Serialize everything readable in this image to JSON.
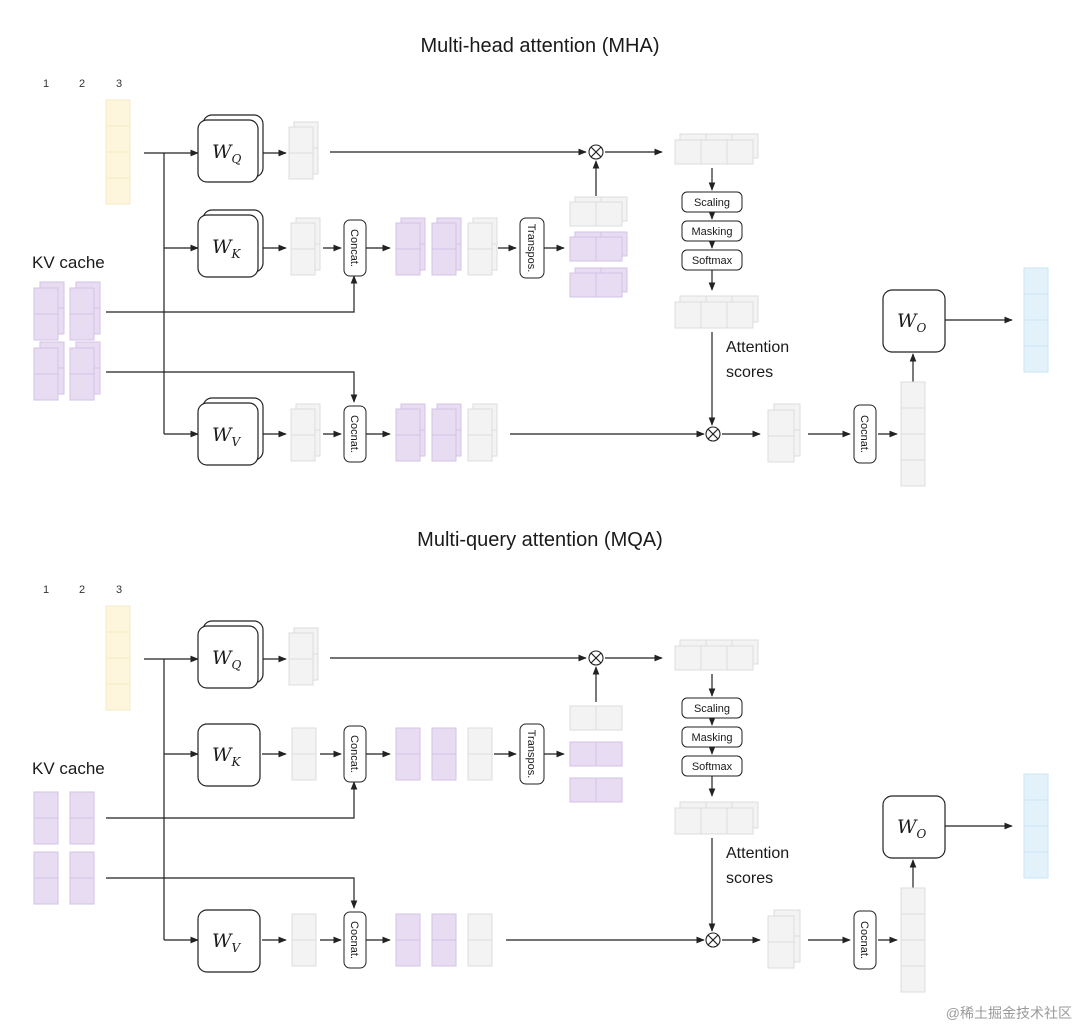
{
  "panels": [
    {
      "title": "Multi-head attention (MHA)",
      "token_indices": [
        "1",
        "2",
        "3"
      ],
      "kv_cache_label": "KV cache",
      "weights": {
        "q": "W",
        "q_sub": "Q",
        "k": "W",
        "k_sub": "K",
        "v": "W",
        "v_sub": "V",
        "o": "W",
        "o_sub": "O"
      },
      "concat_label": "Concat.",
      "concat_v_label": "Cocnat.",
      "transpose_label": "Transpos.",
      "ops": [
        "Scaling",
        "Masking",
        "Softmax"
      ],
      "attention_scores_label": [
        "Attention",
        "scores"
      ]
    },
    {
      "title": "Multi-query attention (MQA)",
      "token_indices": [
        "1",
        "2",
        "3"
      ],
      "kv_cache_label": "KV cache",
      "weights": {
        "q": "W",
        "q_sub": "Q",
        "k": "W",
        "k_sub": "K",
        "v": "W",
        "v_sub": "V",
        "o": "W",
        "o_sub": "O"
      },
      "concat_label": "Concat.",
      "concat_v_label": "Cocnat.",
      "transpose_label": "Transpos.",
      "ops": [
        "Scaling",
        "Masking",
        "Softmax"
      ],
      "attention_scores_label": [
        "Attention",
        "scores"
      ]
    }
  ],
  "watermark": "@稀土掘金技术社区",
  "colors": {
    "input": "#fdf6dd",
    "cache": "#e8dcf3",
    "neutral": "#f3f3f3",
    "output": "#e3f1fb",
    "stroke": "#222222"
  }
}
